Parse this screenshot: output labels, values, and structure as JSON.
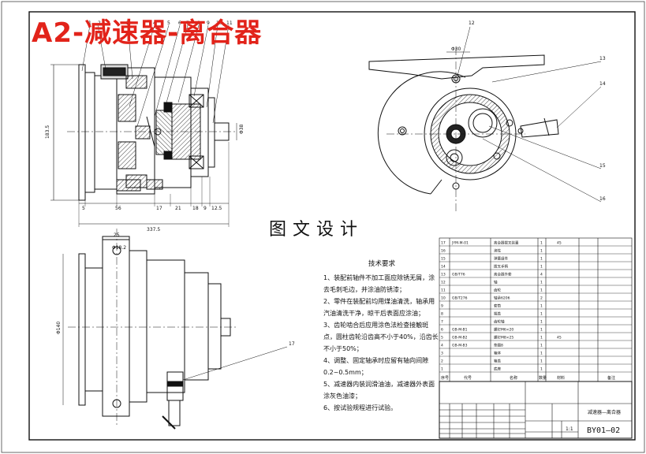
{
  "overlay_title": "A2-减速器-离合器",
  "watermark": "图文设计",
  "tech_req": {
    "heading": "技术要求",
    "items": [
      "1、装配前轴件不加工面应除锈无屑，涂去毛刺毛边，并涂油防锈漆；",
      "2、零件在装配前均用煤油清洗，轴承用汽油清洗干净，晾干后表面应涂油；",
      "3、齿轮啮合后应用涂色法检查接触斑点，圆柱齿轮沿齿高不小于40%，沿齿长不小于50%；",
      "4、调整、固定轴承时应留有轴向间隙0.2~0.5mm；",
      "5、减速器内装润滑油油，减速器外表面涂灰色油漆；",
      "6、按试验规程进行试验。"
    ]
  },
  "balloons_main": [
    "1",
    "2",
    "3",
    "4",
    "5",
    "6",
    "7",
    "8",
    "9",
    "10",
    "11"
  ],
  "balloons_right": [
    "12",
    "13",
    "14",
    "15",
    "16"
  ],
  "balloon_bottom": "17",
  "dims_main_bottom": [
    "5",
    "56",
    "17",
    "21",
    "18",
    "9",
    "12.5"
  ],
  "dim_overall": "337.5",
  "dim_height": "183.5",
  "dim_shaft": "Φ38",
  "dim_right_top": "Φ30",
  "dim_bottom_width": "25",
  "dim_bottom_bore": "Φ18.2",
  "dim_bottom_height": "Φ140",
  "parts_rows": [
    {
      "idx": "17",
      "code": "JYM-M-01",
      "name": "离合器拨叉装置",
      "qty": "1",
      "mat": "45"
    },
    {
      "idx": "16",
      "code": "",
      "name": "滚柱",
      "qty": "1",
      "mat": ""
    },
    {
      "idx": "15",
      "code": "",
      "name": "弹簧组件",
      "qty": "1",
      "mat": ""
    },
    {
      "idx": "14",
      "code": "",
      "name": "拨叉手柄",
      "qty": "1",
      "mat": ""
    },
    {
      "idx": "13",
      "code": "GB/T76",
      "name": "离合器外套",
      "qty": "4",
      "mat": ""
    },
    {
      "idx": "12",
      "code": "",
      "name": "轴",
      "qty": "1",
      "mat": ""
    },
    {
      "idx": "11",
      "code": "",
      "name": "齿轮",
      "qty": "1",
      "mat": ""
    },
    {
      "idx": "10",
      "code": "GB/T276",
      "name": "轴承6206",
      "qty": "2",
      "mat": ""
    },
    {
      "idx": "9",
      "code": "",
      "name": "套筒",
      "qty": "1",
      "mat": ""
    },
    {
      "idx": "8",
      "code": "",
      "name": "端盖",
      "qty": "1",
      "mat": ""
    },
    {
      "idx": "7",
      "code": "",
      "name": "齿轮轴",
      "qty": "1",
      "mat": ""
    },
    {
      "idx": "6",
      "code": "GB-M-B1",
      "name": "螺钉M6×20",
      "qty": "1",
      "mat": ""
    },
    {
      "idx": "5",
      "code": "GB-M-B2",
      "name": "螺钉M8×25",
      "qty": "1",
      "mat": "45"
    },
    {
      "idx": "4",
      "code": "GB-M-B3",
      "name": "垫圈8",
      "qty": "1",
      "mat": ""
    },
    {
      "idx": "3",
      "code": "",
      "name": "箱体",
      "qty": "1",
      "mat": ""
    },
    {
      "idx": "2",
      "code": "",
      "name": "箱盖",
      "qty": "1",
      "mat": ""
    },
    {
      "idx": "1",
      "code": "",
      "name": "底座",
      "qty": "1",
      "mat": ""
    }
  ],
  "parts_header": {
    "idx": "序号",
    "code": "代号",
    "name": "名称",
    "qty": "数量",
    "mat": "材料",
    "note": "备注"
  },
  "title_block": {
    "name": "减速器—离合器",
    "scale": "1:1",
    "drawing_no": "BY01—02"
  }
}
